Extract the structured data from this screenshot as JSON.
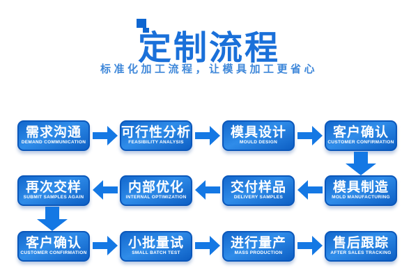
{
  "header": {
    "title": "定制流程",
    "subtitle": "标准化加工流程，让模具加工更省心"
  },
  "steps": [
    {
      "zh": "需求沟通",
      "en": "DEMAND COMMUNICATION"
    },
    {
      "zh": "可行性分析",
      "en": "FEASIBILITY ANALYSIS"
    },
    {
      "zh": "模具设计",
      "en": "MOULD DESIGN"
    },
    {
      "zh": "客户确认",
      "en": "CUSTOMER CONFIRMATION"
    },
    {
      "zh": "模具制造",
      "en": "MOLD MANUFACTURING"
    },
    {
      "zh": "交付样品",
      "en": "DELIVERY SAMPLES"
    },
    {
      "zh": "内部优化",
      "en": "INTERNAL OPTIMIZATION"
    },
    {
      "zh": "再次交样",
      "en": "SUBMIT SAMPLES AGAIN"
    },
    {
      "zh": "客户确认",
      "en": "CUSTOMER CONFIRMATION"
    },
    {
      "zh": "小批量试",
      "en": "SMALL BATCH TEST"
    },
    {
      "zh": "进行量产",
      "en": "MASS PRODUCTION"
    },
    {
      "zh": "售后跟踪",
      "en": "AFTER SALES TRACKING"
    }
  ],
  "colors": {
    "title_blue": "#1a70d9",
    "subtitle_blue": "#3e87d9",
    "box_gradient_light": "#2f8ce9",
    "box_gradient_dark": "#0d5fc4",
    "box_border": "#0b57ba",
    "arrow_blue": "#1478e4",
    "text_on_box": "#ffffff"
  }
}
